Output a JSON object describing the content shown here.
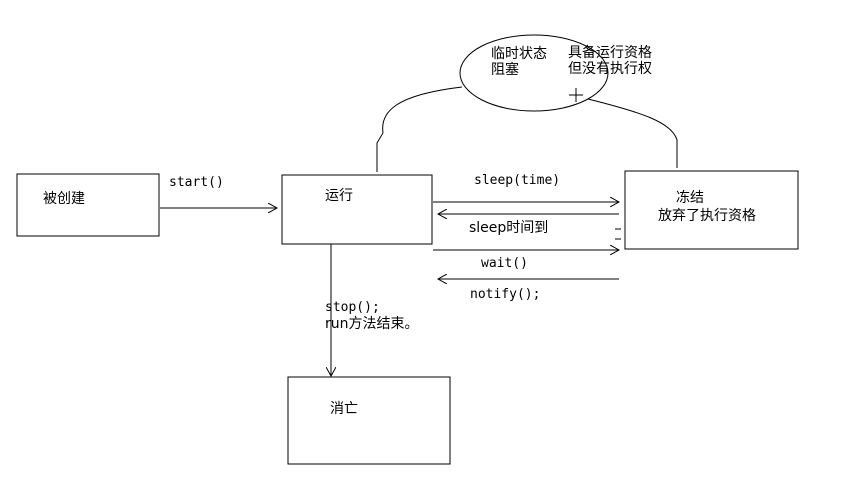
{
  "states": {
    "created": "被创建",
    "running": "运行",
    "frozen_title": "冻结",
    "frozen_desc": "放弃了执行资格",
    "dead": "消亡",
    "blocked_line1": "临时状态",
    "blocked_line2": "阻塞",
    "blocked_note1": "具备运行资格",
    "blocked_note2": "但没有执行权"
  },
  "transitions": {
    "start": "start()",
    "sleep": "sleep(time)",
    "sleep_end": "sleep时间到",
    "wait": "wait()",
    "notify": "notify();",
    "stop_line1": "stop();",
    "stop_line2": "run方法结束。"
  }
}
